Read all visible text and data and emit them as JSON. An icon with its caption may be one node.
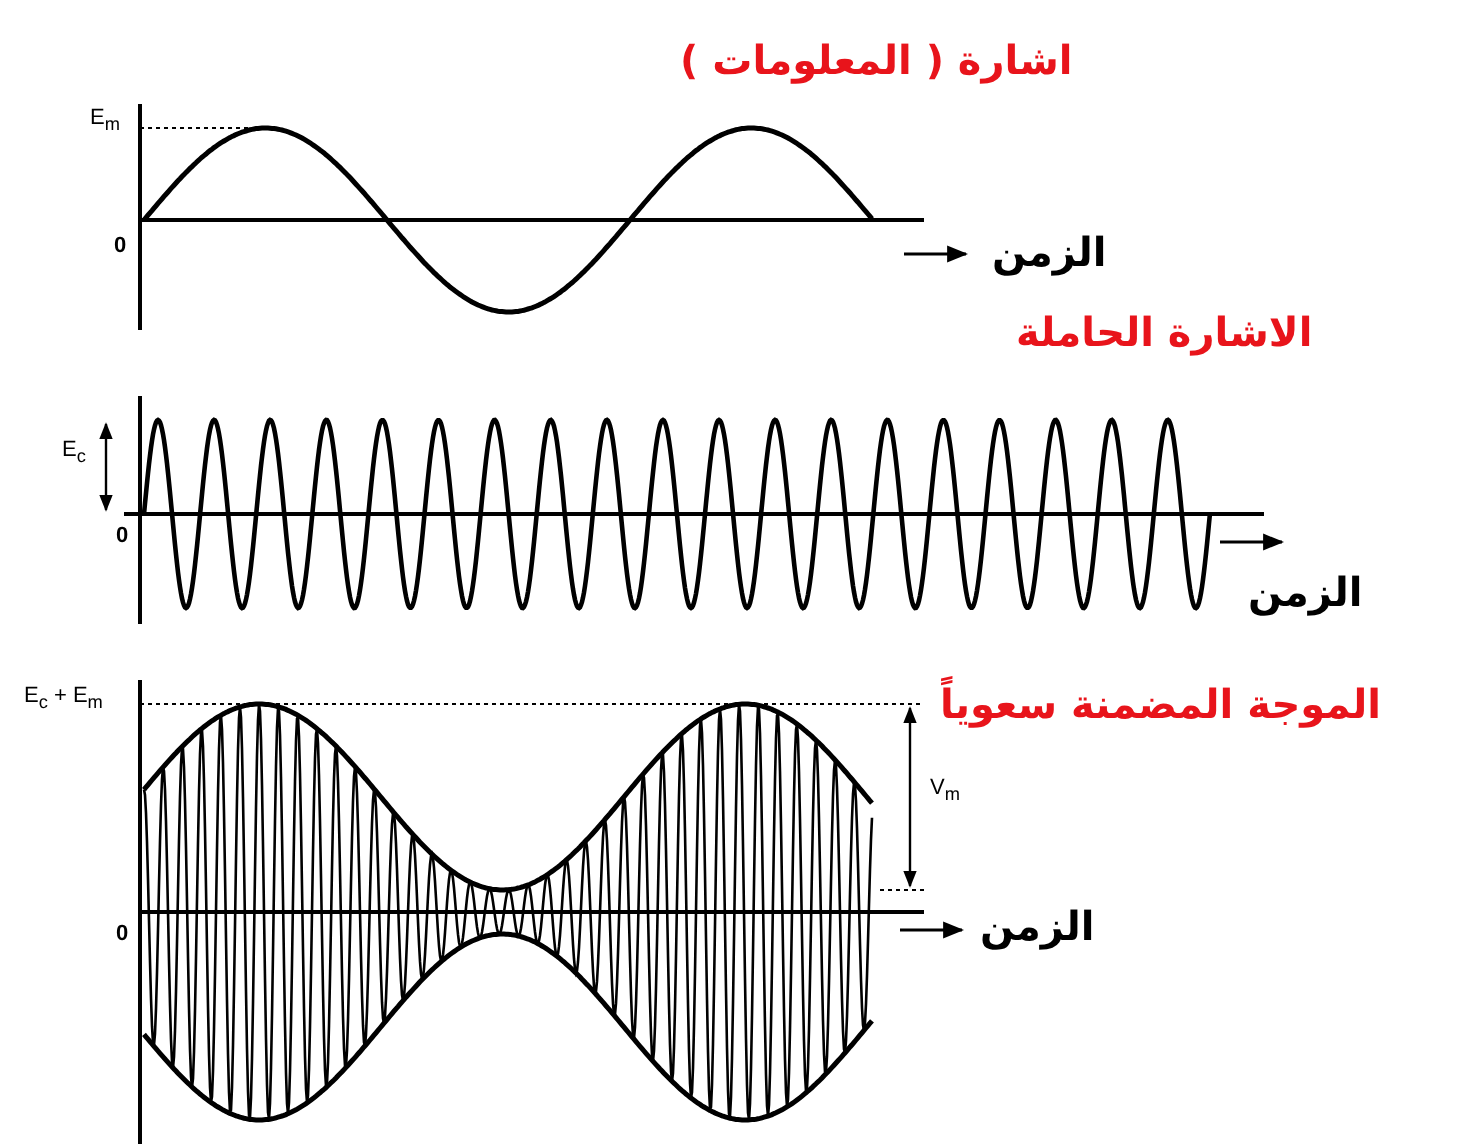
{
  "diagram": {
    "labels": [
      "اشارة ( المعلومات )",
      "E$_{m}$",
      "0",
      "الزمن",
      "الاشارة الحاملة",
      "E$_{c}$",
      "0",
      "الزمن",
      "الموجة المضمنة سعوياً",
      "E$_{c}$ + E$_{m}$",
      "V$_{m}$",
      "0",
      "الزمن"
    ]
  }
}
